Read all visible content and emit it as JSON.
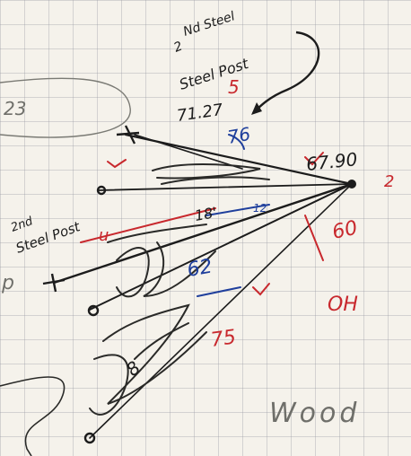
{
  "labels": {
    "second_steel_top_a": "2",
    "second_steel_top_b": "Nd Steel",
    "steel_post_top": "Steel Post",
    "left_number": "23",
    "measure_7127": "71.27",
    "measure_5": "5",
    "measure_76": "76",
    "measure_6790": "67.90",
    "second_steel_left_a": "2nd",
    "second_steel_left_b": "Steel Post",
    "measure_60": "60",
    "oh": "OH",
    "measure_62": "62",
    "measure_75": "75",
    "wood": "Wood",
    "left_edge": "p",
    "measure_2": "2",
    "measure_u": "u",
    "measure_18": "18'",
    "measure_12": "12",
    "measure_8": "8"
  },
  "colors": {
    "paper": "#f5f2eb",
    "grid": "#9a9aa4",
    "pencil_black": "#1c1c1c",
    "ink_red": "#c8282d",
    "ink_blue": "#1f3f9c",
    "pencil_gray": "#6f6f6a"
  }
}
